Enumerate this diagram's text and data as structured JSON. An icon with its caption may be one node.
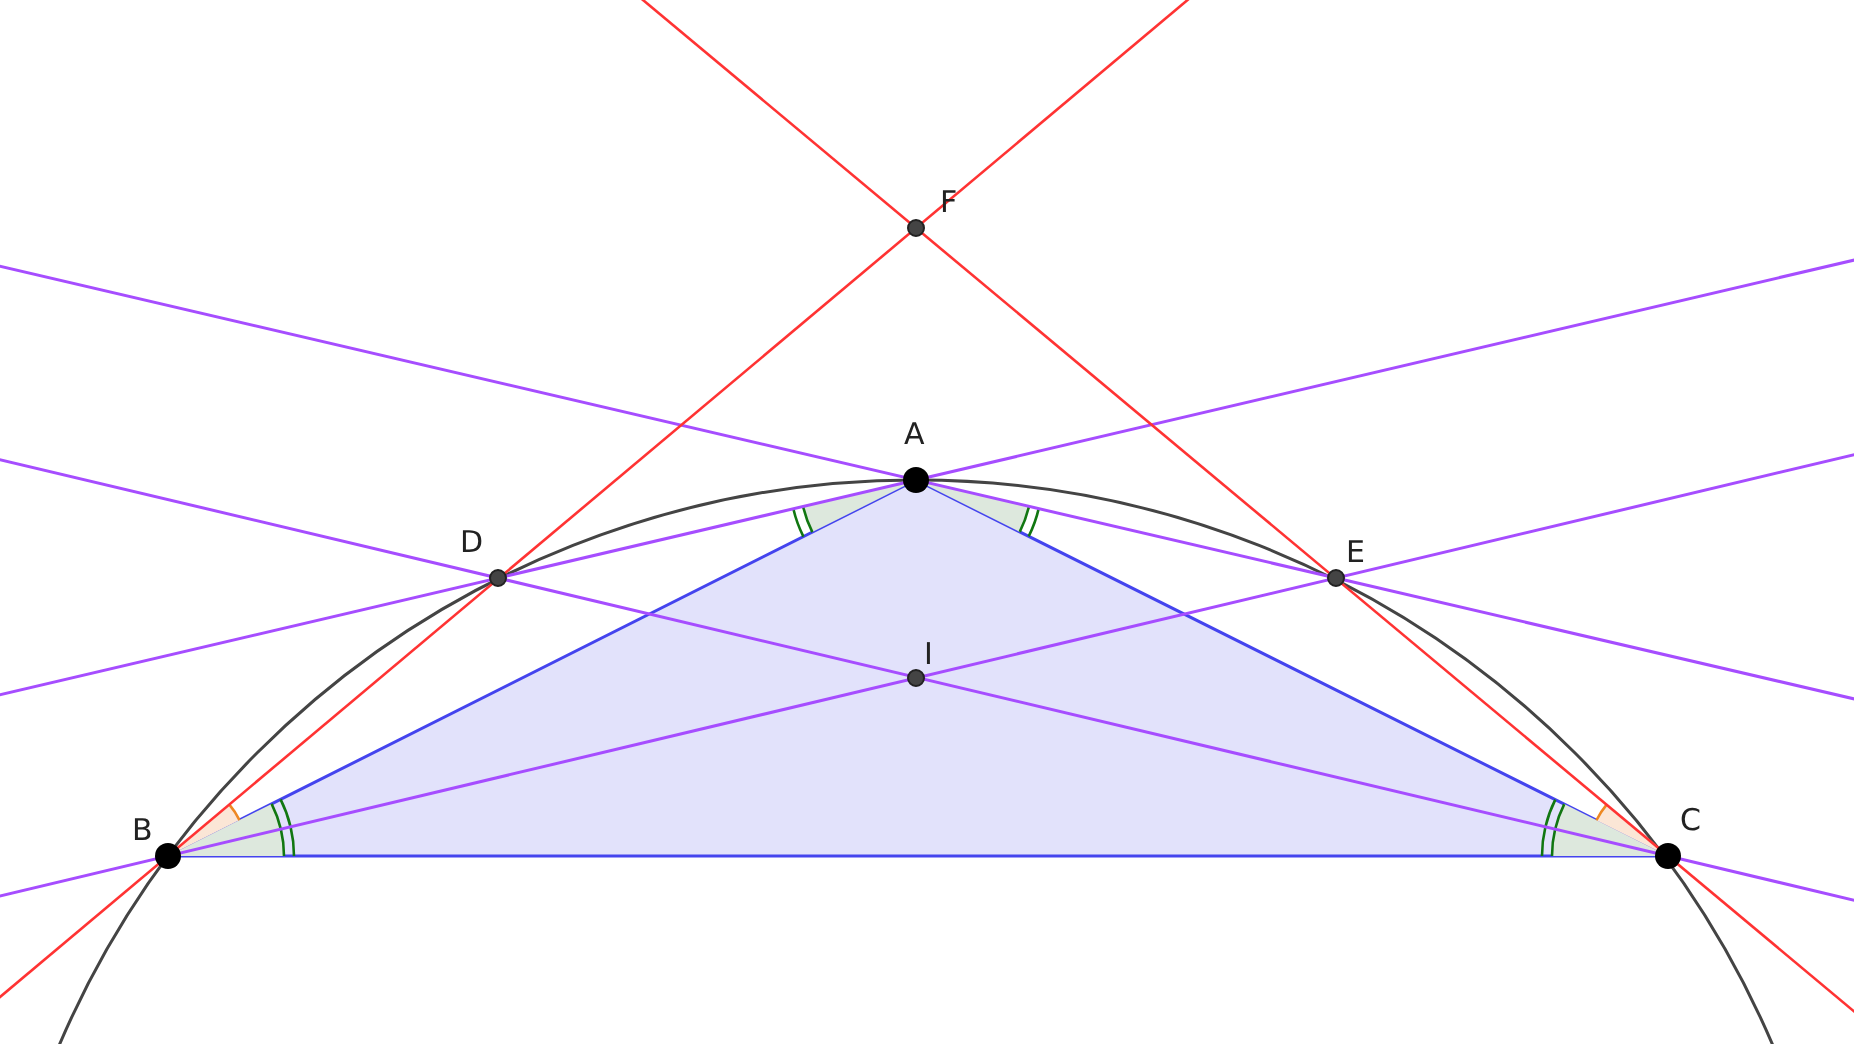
{
  "diagram": {
    "labels": [
      "F",
      "A",
      "D",
      "E",
      "I",
      "B",
      "C"
    ]
  }
}
